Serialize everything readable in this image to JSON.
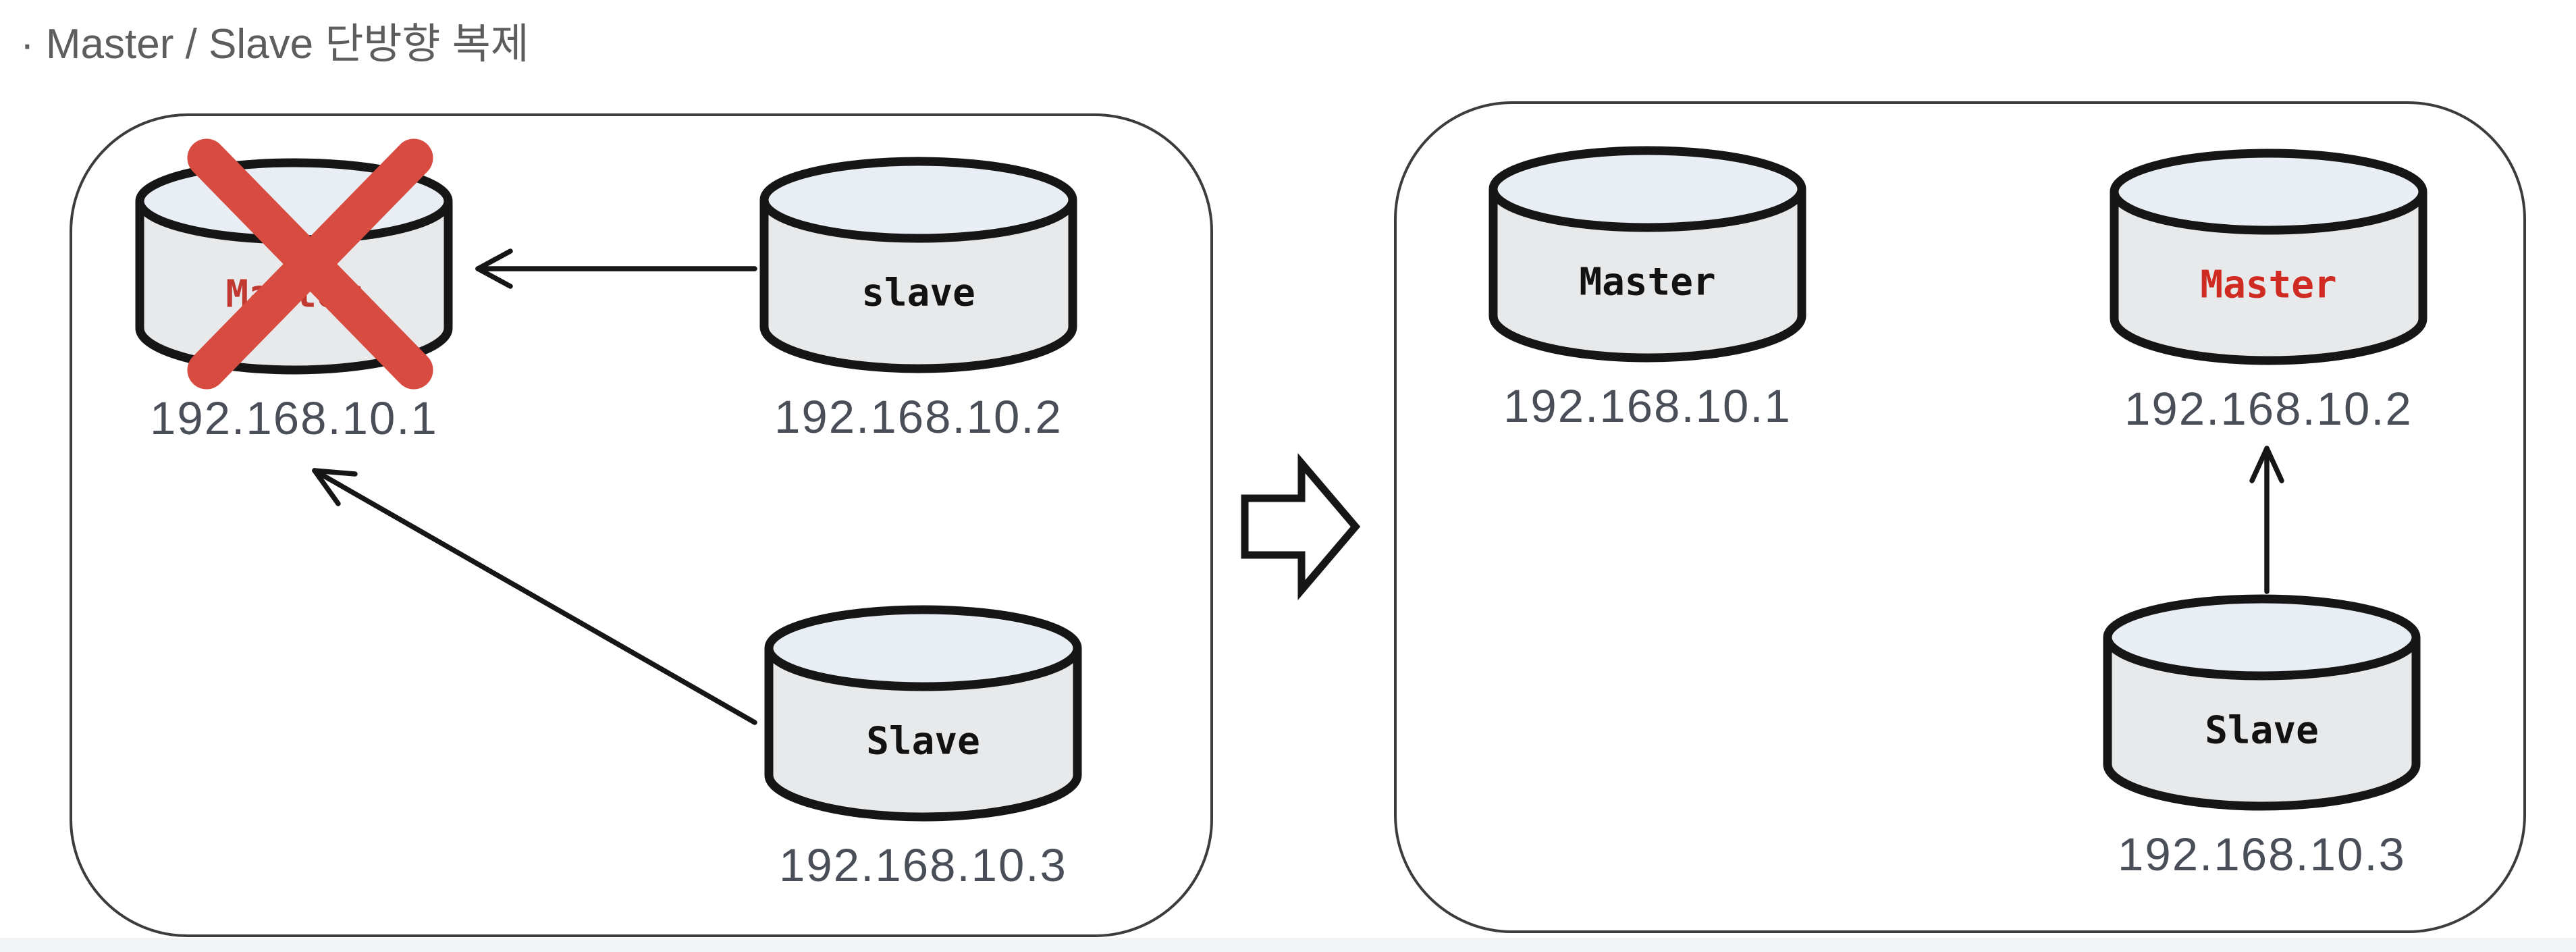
{
  "title": {
    "text": "· Master / Slave 단방향 복제"
  },
  "colors": {
    "cross_red": "#d84b40",
    "failed_master_label_red": "#c03a31",
    "new_master_label_red": "#cf2b22",
    "diagram_ink": "#161616",
    "ip_text_gray": "#494e58",
    "title_gray": "#5d5d5d",
    "cylinder_body_fill": "#e7e9ea",
    "cylinder_top_fill": "#e9eef4"
  },
  "icons": [
    "database-cylinder-icon",
    "red-cross-icon",
    "block-arrow-right-icon",
    "replication-arrow-icon"
  ],
  "panels": {
    "before": {
      "nodes": {
        "master_failed": {
          "label": "Master",
          "ip": "192.168.10.1",
          "status": "failed-crossed-out"
        },
        "slave_a": {
          "label": "slave",
          "ip": "192.168.10.2"
        },
        "slave_b": {
          "label": "Slave",
          "ip": "192.168.10.3"
        }
      },
      "arrows": [
        {
          "from": "192.168.10.2",
          "to": "192.168.10.1"
        },
        {
          "from": "192.168.10.3",
          "to": "192.168.10.1"
        }
      ]
    },
    "after": {
      "nodes": {
        "old_master": {
          "label": "Master",
          "ip": "192.168.10.1"
        },
        "new_master": {
          "label": "Master",
          "ip": "192.168.10.2",
          "status": "promoted-red"
        },
        "slave": {
          "label": "Slave",
          "ip": "192.168.10.3"
        }
      },
      "arrows": [
        {
          "from": "192.168.10.3",
          "to": "192.168.10.2"
        }
      ]
    }
  }
}
